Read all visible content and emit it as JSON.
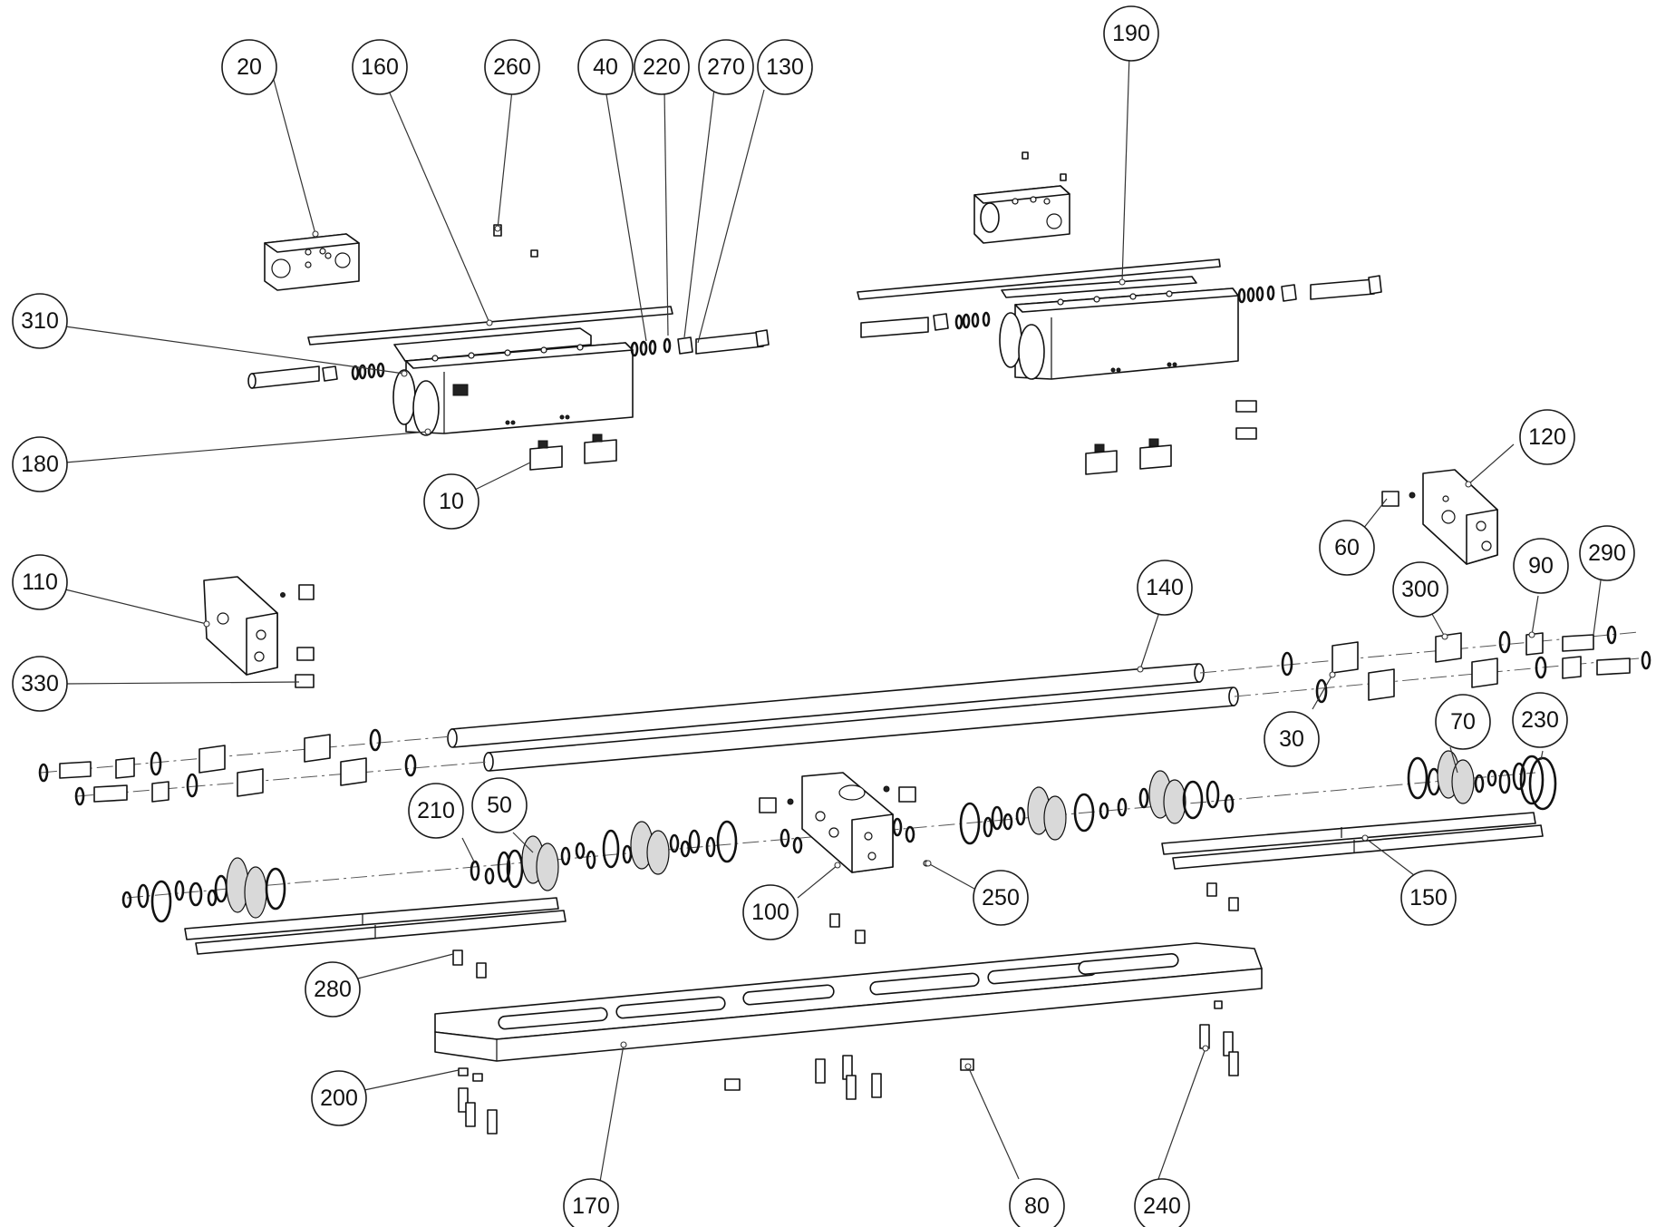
{
  "diagram": {
    "callouts": [
      {
        "id": "c20",
        "label": "20"
      },
      {
        "id": "c160",
        "label": "160"
      },
      {
        "id": "c260",
        "label": "260"
      },
      {
        "id": "c40",
        "label": "40"
      },
      {
        "id": "c220",
        "label": "220"
      },
      {
        "id": "c270",
        "label": "270"
      },
      {
        "id": "c130",
        "label": "130"
      },
      {
        "id": "c190",
        "label": "190"
      },
      {
        "id": "c310",
        "label": "310"
      },
      {
        "id": "c180",
        "label": "180"
      },
      {
        "id": "c10",
        "label": "10"
      },
      {
        "id": "c120",
        "label": "120"
      },
      {
        "id": "c60",
        "label": "60"
      },
      {
        "id": "c110",
        "label": "110"
      },
      {
        "id": "c330",
        "label": "330"
      },
      {
        "id": "c140",
        "label": "140"
      },
      {
        "id": "c300",
        "label": "300"
      },
      {
        "id": "c90",
        "label": "90"
      },
      {
        "id": "c290",
        "label": "290"
      },
      {
        "id": "c30",
        "label": "30"
      },
      {
        "id": "c70",
        "label": "70"
      },
      {
        "id": "c230",
        "label": "230"
      },
      {
        "id": "c210",
        "label": "210"
      },
      {
        "id": "c50",
        "label": "50"
      },
      {
        "id": "c100",
        "label": "100"
      },
      {
        "id": "c250",
        "label": "250"
      },
      {
        "id": "c150",
        "label": "150"
      },
      {
        "id": "c280",
        "label": "280"
      },
      {
        "id": "c200",
        "label": "200"
      },
      {
        "id": "c170",
        "label": "170"
      },
      {
        "id": "c80",
        "label": "80"
      },
      {
        "id": "c240",
        "label": "240"
      }
    ]
  }
}
